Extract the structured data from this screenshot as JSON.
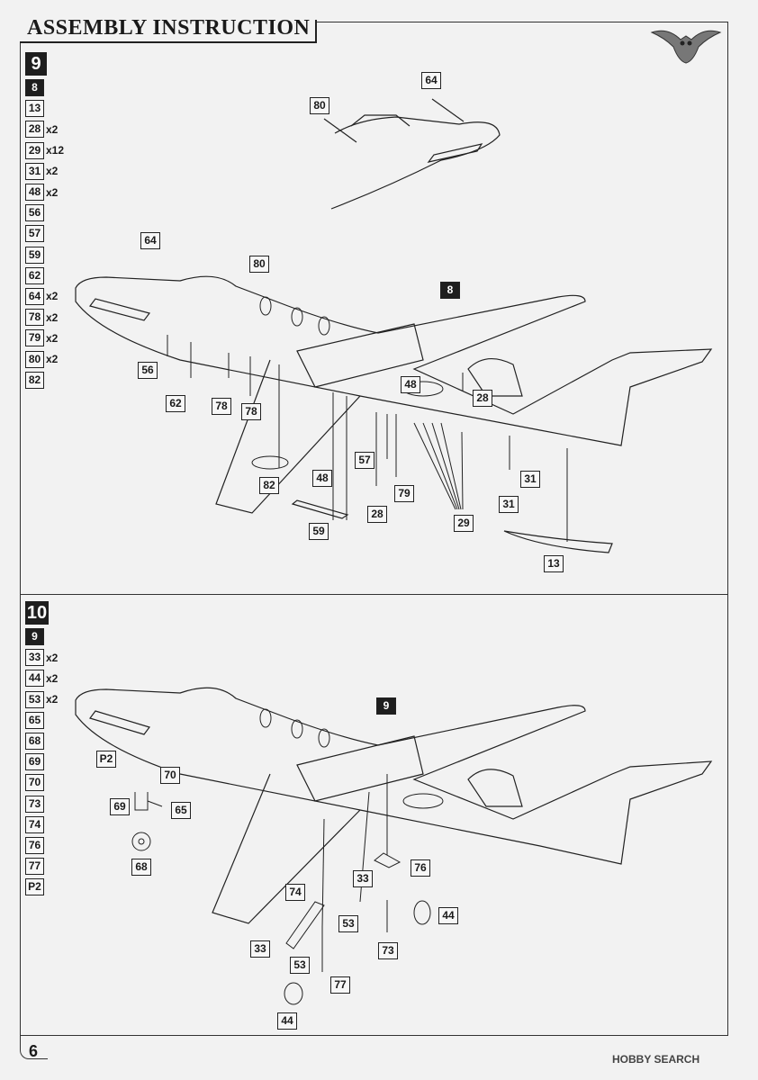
{
  "header": {
    "title": "ASSEMBLY INSTRUCTION"
  },
  "page": {
    "number": "6"
  },
  "watermark": {
    "text": "HOBBY SEARCH"
  },
  "logo": {
    "icon": "owl-logo-icon"
  },
  "step9": {
    "number": "9",
    "parts": [
      {
        "id": "8",
        "qty": "",
        "dark": true
      },
      {
        "id": "13",
        "qty": ""
      },
      {
        "id": "28",
        "qty": "x2"
      },
      {
        "id": "29",
        "qty": "x12"
      },
      {
        "id": "31",
        "qty": "x2"
      },
      {
        "id": "48",
        "qty": "x2"
      },
      {
        "id": "56",
        "qty": ""
      },
      {
        "id": "57",
        "qty": ""
      },
      {
        "id": "59",
        "qty": ""
      },
      {
        "id": "62",
        "qty": ""
      },
      {
        "id": "64",
        "qty": "x2"
      },
      {
        "id": "78",
        "qty": "x2"
      },
      {
        "id": "79",
        "qty": "x2"
      },
      {
        "id": "80",
        "qty": "x2"
      },
      {
        "id": "82",
        "qty": ""
      }
    ],
    "callouts": {
      "nose_64": "64",
      "nose_80": "80",
      "c64": "64",
      "c80": "80",
      "c8": "8",
      "c56": "56",
      "c62": "62",
      "c78a": "78",
      "c78b": "78",
      "c48a": "48",
      "c28a": "28",
      "c82": "82",
      "c48b": "48",
      "c57": "57",
      "c59": "59",
      "c28b": "28",
      "c79": "79",
      "c29": "29",
      "c31a": "31",
      "c31b": "31",
      "c13": "13"
    }
  },
  "step10": {
    "number": "10",
    "parts": [
      {
        "id": "9",
        "qty": "",
        "dark": true
      },
      {
        "id": "33",
        "qty": "x2"
      },
      {
        "id": "44",
        "qty": "x2"
      },
      {
        "id": "53",
        "qty": "x2"
      },
      {
        "id": "65",
        "qty": ""
      },
      {
        "id": "68",
        "qty": ""
      },
      {
        "id": "69",
        "qty": ""
      },
      {
        "id": "70",
        "qty": ""
      },
      {
        "id": "73",
        "qty": ""
      },
      {
        "id": "74",
        "qty": ""
      },
      {
        "id": "76",
        "qty": ""
      },
      {
        "id": "77",
        "qty": ""
      },
      {
        "id": "P2",
        "qty": ""
      }
    ],
    "callouts": {
      "c9": "9",
      "cP2": "P2",
      "c70": "70",
      "c69": "69",
      "c65": "65",
      "c68": "68",
      "c74": "74",
      "c33a": "33",
      "c76": "76",
      "c33b": "33",
      "c53a": "53",
      "c44a": "44",
      "c73": "73",
      "c53b": "53",
      "c77": "77",
      "c44b": "44"
    }
  }
}
